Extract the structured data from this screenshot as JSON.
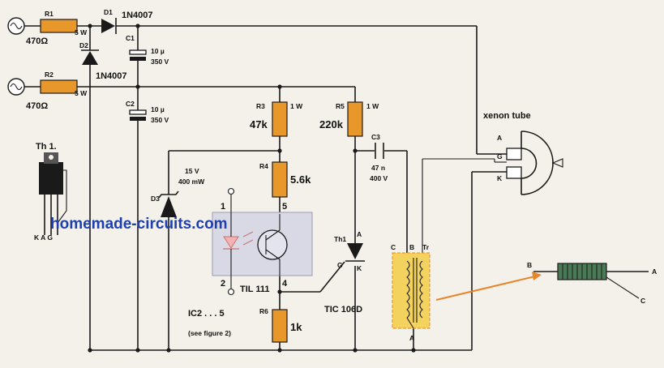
{
  "watermark": "homemade-circuits.com",
  "colors": {
    "resistor": "#e8982a",
    "transformer_bg": "#f3d35e",
    "ic_bg": "#d9d9e6",
    "watermark": "#1e3fae",
    "arrow": "#e8852a",
    "wire": "#1a1a1a"
  },
  "components": {
    "r1": {
      "ref": "R1",
      "rating": "5 W",
      "value": "470Ω"
    },
    "r2": {
      "ref": "R2",
      "rating": "5 W",
      "value": "470Ω"
    },
    "d1": {
      "ref": "D1",
      "part": "1N4007"
    },
    "d2": {
      "ref": "D2",
      "part": "1N4007"
    },
    "c1": {
      "ref": "C1",
      "cap": "10 µ",
      "volt": "350 V"
    },
    "c2": {
      "ref": "C2",
      "cap": "10 µ",
      "volt": "350 V"
    },
    "r3": {
      "ref": "R3",
      "rating": "1 W",
      "value": "47k"
    },
    "r4": {
      "ref": "R4",
      "value": "5.6k"
    },
    "r5": {
      "ref": "R5",
      "rating": "1 W",
      "value": "220k"
    },
    "r6": {
      "ref": "R6",
      "value": "1k"
    },
    "c3": {
      "ref": "C3",
      "cap": "47 n",
      "volt": "400 V"
    },
    "d3": {
      "ref": "D3",
      "volt": "15 V",
      "power": "400 mW"
    },
    "ic": {
      "part": "TIL 111",
      "pin1": "1",
      "pin2": "2",
      "pin4": "4",
      "pin5": "5",
      "group": "IC2 . . . 5",
      "note": "(see figure 2)"
    },
    "th1": {
      "ref": "Th1",
      "part": "TIC 106D",
      "anode": "A",
      "gate": "G",
      "cathode": "K"
    },
    "th_pkg": {
      "title": "Th 1.",
      "pins": "K A G"
    },
    "tr": {
      "ref": "Tr",
      "c": "C",
      "b": "B",
      "a": "A"
    },
    "tube": {
      "name": "xenon tube",
      "a": "A",
      "g": "G",
      "k": "K"
    },
    "coil": {
      "b": "B",
      "a": "A",
      "c": "C"
    }
  }
}
